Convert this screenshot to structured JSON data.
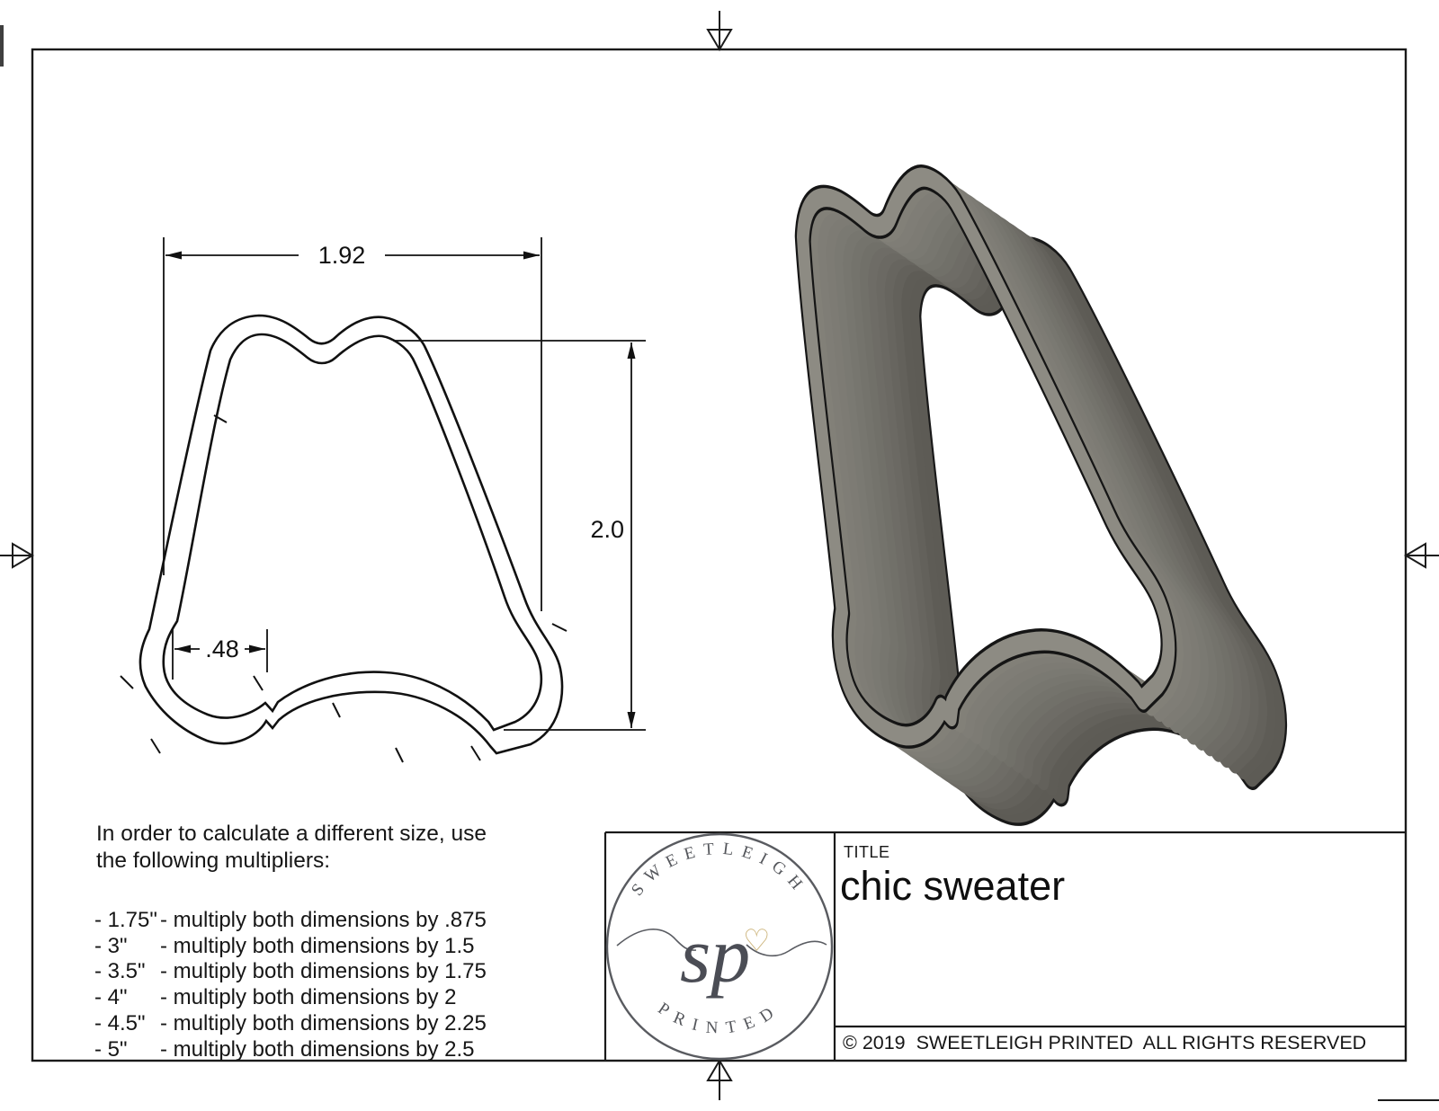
{
  "drawing": {
    "dim_width": "1.92",
    "dim_height": "2.0",
    "dim_cuff": ".48"
  },
  "notes": {
    "intro": "In order to calculate a different size, use\nthe following multipliers:",
    "multipliers": [
      {
        "size": "- 1.75\"",
        "rule": "- multiply both dimensions by .875"
      },
      {
        "size": "- 3\"",
        "rule": "- multiply both dimensions by 1.5"
      },
      {
        "size": "- 3.5\"",
        "rule": "- multiply both dimensions by 1.75"
      },
      {
        "size": "- 4\"",
        "rule": "- multiply both dimensions by 2"
      },
      {
        "size": "- 4.5\"",
        "rule": "- multiply both dimensions by 2.25"
      },
      {
        "size": "- 5\"",
        "rule": "- multiply both dimensions by 2.5"
      }
    ]
  },
  "title_block": {
    "label": "TITLE",
    "title": "chic sweater",
    "copyright": "© 2019  SWEETLEIGH PRINTED  ALL RIGHTS RESERVED"
  },
  "logo": {
    "arc_top": "SWEETLEIGH",
    "arc_bottom": "PRINTED",
    "monogram": "sp",
    "heart": "♡",
    "accent_color": "#cbb277",
    "ink_color": "#55575c"
  },
  "render3d": {
    "wall_color": "#73716b",
    "edge_color": "#1a1a1a"
  }
}
